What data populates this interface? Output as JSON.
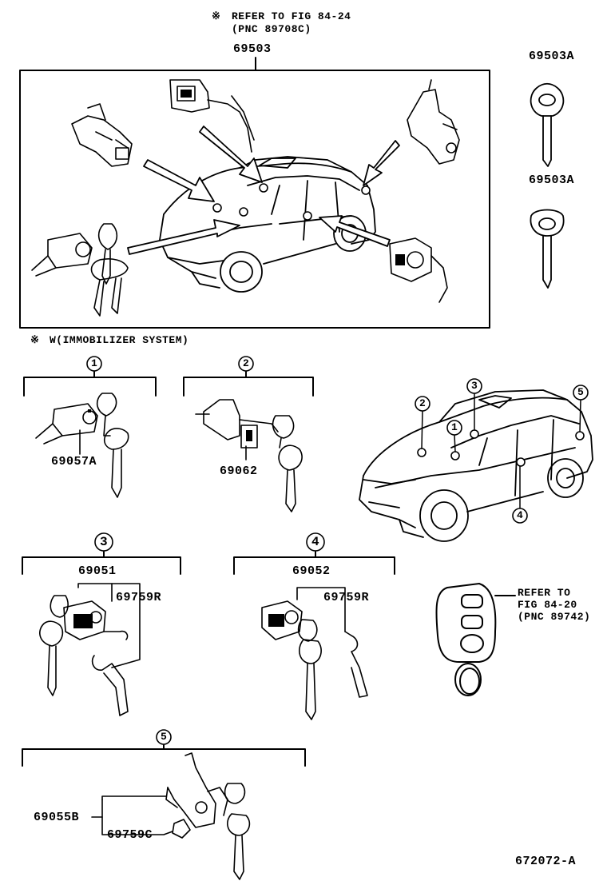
{
  "header": {
    "refer_mark": "※",
    "refer_line1": "REFER TO FIG 84-24",
    "refer_line2": "(PNC 89708C)"
  },
  "main_assembly": {
    "part_number": "69503"
  },
  "keys": {
    "key_upper_label": "69503A",
    "key_lower_label": "69503A"
  },
  "note": {
    "mark": "※",
    "text": "W(IMMOBILIZER SYSTEM)"
  },
  "groups": [
    {
      "number": "1",
      "part": "69057A"
    },
    {
      "number": "2",
      "part": "69062"
    },
    {
      "number": "3",
      "part": "69051",
      "sub_part": "69759R"
    },
    {
      "number": "4",
      "part": "69052",
      "sub_part": "69759R"
    },
    {
      "number": "5",
      "part": "69055B",
      "sub_part": "69759C"
    }
  ],
  "vehicle_callouts": [
    "2",
    "3",
    "1",
    "5",
    "4"
  ],
  "remote": {
    "line1": "REFER TO",
    "line2": "FIG 84-20",
    "line3": "(PNC 89742)"
  },
  "footer": {
    "figure_code": "672072-A"
  }
}
